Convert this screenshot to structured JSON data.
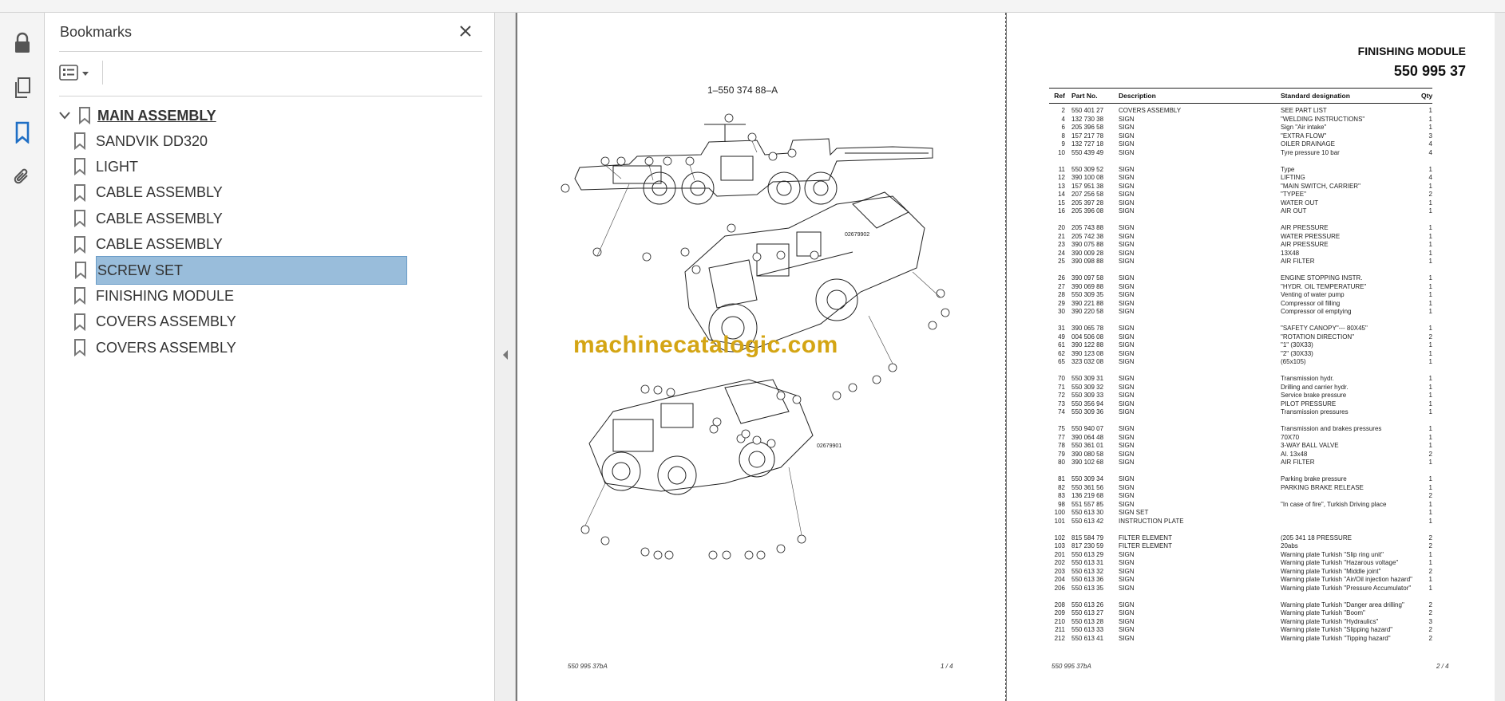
{
  "panel": {
    "title": "Bookmarks",
    "root": "MAIN ASSEMBLY",
    "items": [
      "SANDVIK DD320",
      "LIGHT",
      "CABLE ASSEMBLY",
      "CABLE ASSEMBLY",
      "CABLE ASSEMBLY",
      "SCREW SET",
      "FINISHING MODULE",
      "COVERS ASSEMBLY",
      "COVERS ASSEMBLY"
    ],
    "selected_index": 5
  },
  "left_page": {
    "drawing_ref": "1–550 374 88–A",
    "watermark": "machinecatalogic.com",
    "callouts": [
      "02679902",
      "02679901"
    ],
    "footer_doc": "550 995 37bA",
    "footer_page": "1 /  4"
  },
  "right_page": {
    "title": "FINISHING MODULE",
    "number": "550 995 37",
    "headers": [
      "Ref",
      "Part No.",
      "Description",
      "Standard designation",
      "Qty"
    ],
    "groups": [
      [
        [
          "2",
          "550 401 27",
          "COVERS ASSEMBLY",
          "SEE PART LIST",
          "1"
        ],
        [
          "4",
          "132 730 38",
          "SIGN",
          "\"WELDING INSTRUCTIONS\"",
          "1"
        ],
        [
          "6",
          "205 396 58",
          "SIGN",
          "Sign \"Air intake\"",
          "1"
        ],
        [
          "8",
          "157 217 78",
          "SIGN",
          "\"EXTRA FLOW\"",
          "3"
        ],
        [
          "9",
          "132 727 18",
          "SIGN",
          "OILER DRAINAGE",
          "4"
        ],
        [
          "10",
          "550 439 49",
          "SIGN",
          "Tyre pressure 10 bar",
          "4"
        ]
      ],
      [
        [
          "11",
          "550 309 52",
          "SIGN",
          "Type",
          "1"
        ],
        [
          "12",
          "390 100 08",
          "SIGN",
          "LIFTING",
          "4"
        ],
        [
          "13",
          "157 951 38",
          "SIGN",
          "\"MAIN SWITCH, CARRIER\"",
          "1"
        ],
        [
          "14",
          "207 256 58",
          "SIGN",
          "\"TYPEE\"",
          "2"
        ],
        [
          "15",
          "205 397 28",
          "SIGN",
          "WATER OUT",
          "1"
        ],
        [
          "16",
          "205 396 08",
          "SIGN",
          "AIR OUT",
          "1"
        ]
      ],
      [
        [
          "20",
          "205 743 88",
          "SIGN",
          "AIR PRESSURE",
          "1"
        ],
        [
          "21",
          "205 742 38",
          "SIGN",
          "WATER PRESSURE",
          "1"
        ],
        [
          "23",
          "390 075 88",
          "SIGN",
          "AIR PRESSURE",
          "1"
        ],
        [
          "24",
          "390 009 28",
          "SIGN",
          "13X48",
          "1"
        ],
        [
          "25",
          "390 098 88",
          "SIGN",
          "AIR FILTER",
          "1"
        ]
      ],
      [
        [
          "26",
          "390 097 58",
          "SIGN",
          "ENGINE STOPPING INSTR.",
          "1"
        ],
        [
          "27",
          "390 069 88",
          "SIGN",
          "\"HYDR. OIL TEMPERATURE\"",
          "1"
        ],
        [
          "28",
          "550 309 35",
          "SIGN",
          "Venting of water pump",
          "1"
        ],
        [
          "29",
          "390 221 88",
          "SIGN",
          "Compressor oil filling",
          "1"
        ],
        [
          "30",
          "390 220 58",
          "SIGN",
          "Compressor oil emptying",
          "1"
        ]
      ],
      [
        [
          "31",
          "390 065 78",
          "SIGN",
          "\"SAFETY CANOPY\"--- 80X45\"",
          "1"
        ],
        [
          "49",
          "004 506 08",
          "SIGN",
          "\"ROTATION DIRECTION\"",
          "2"
        ],
        [
          "61",
          "390 122 88",
          "SIGN",
          "\"1\" (30X33)",
          "1"
        ],
        [
          "62",
          "390 123 08",
          "SIGN",
          "\"2\" (30X33)",
          "1"
        ],
        [
          "65",
          "323 032 08",
          "SIGN",
          "(65x105)",
          "1"
        ]
      ],
      [
        [
          "70",
          "550 309 31",
          "SIGN",
          "Transmission hydr.",
          "1"
        ],
        [
          "71",
          "550 309 32",
          "SIGN",
          "Drilling and carrier hydr.",
          "1"
        ],
        [
          "72",
          "550 309 33",
          "SIGN",
          "Service brake pressure",
          "1"
        ],
        [
          "73",
          "550 356 94",
          "SIGN",
          "PILOT PRESSURE",
          "1"
        ],
        [
          "74",
          "550 309 36",
          "SIGN",
          "Transmission pressures",
          "1"
        ]
      ],
      [
        [
          "75",
          "550 940 07",
          "SIGN",
          "Transmission and brakes pressures",
          "1"
        ],
        [
          "77",
          "390 064 48",
          "SIGN",
          "70X70",
          "1"
        ],
        [
          "78",
          "550 361 01",
          "SIGN",
          "3-WAY BALL VALVE",
          "1"
        ],
        [
          "79",
          "390 080 58",
          "SIGN",
          "Al. 13x48",
          "2"
        ],
        [
          "80",
          "390 102 68",
          "SIGN",
          "AIR FILTER",
          "1"
        ]
      ],
      [
        [
          "81",
          "550 309 34",
          "SIGN",
          "Parking brake pressure",
          "1"
        ],
        [
          "82",
          "550 361 56",
          "SIGN",
          "PARKING BRAKE RELEASE",
          "1"
        ],
        [
          "83",
          "136 219 68",
          "SIGN",
          "",
          "2"
        ],
        [
          "98",
          "551 557 85",
          "SIGN",
          "\"In case of fire\", Turkish Driving place",
          "1"
        ],
        [
          "100",
          "550 613 30",
          "SIGN SET",
          "",
          "1"
        ],
        [
          "101",
          "550 613 42",
          "INSTRUCTION PLATE",
          "",
          "1"
        ]
      ],
      [
        [
          "102",
          "815 584 79",
          "FILTER ELEMENT",
          "(205 341 18 PRESSURE",
          "2"
        ],
        [
          "103",
          "817 230 59",
          "FILTER ELEMENT",
          "20abs",
          "2"
        ],
        [
          "201",
          "550 613 29",
          "SIGN",
          "Warning plate Turkish \"Slip ring unit\"",
          "1"
        ],
        [
          "202",
          "550 613 31",
          "SIGN",
          "Warning plate Turkish \"Hazarous voltage\"",
          "1"
        ],
        [
          "203",
          "550 613 32",
          "SIGN",
          "Warning plate Turkish \"Middle joint\"",
          "2"
        ],
        [
          "204",
          "550 613 36",
          "SIGN",
          "Warning plate Turkish \"Air/Oil injection hazard\"",
          "1"
        ],
        [
          "206",
          "550 613 35",
          "SIGN",
          "Warning plate Turkish \"Pressure Accumulator\"",
          "1"
        ]
      ],
      [
        [
          "208",
          "550 613 26",
          "SIGN",
          "Warning plate Turkish \"Danger area drilling\"",
          "2"
        ],
        [
          "209",
          "550 613 27",
          "SIGN",
          "Warning plate Turkish \"Boom\"",
          "2"
        ],
        [
          "210",
          "550 613 28",
          "SIGN",
          "Warning plate Turkish \"Hydraulics\"",
          "3"
        ],
        [
          "211",
          "550 613 33",
          "SIGN",
          "Warning plate Turkish \"Slipping hazard\"",
          "2"
        ],
        [
          "212",
          "550 613 41",
          "SIGN",
          "Warning plate Turkish \"Tipping hazard\"",
          "2"
        ]
      ]
    ],
    "footer_doc": "550 995 37bA",
    "footer_page": "2 /  4"
  },
  "colors": {
    "selection": "#99bddb",
    "accent": "#1f6fc5",
    "watermark": "#d4a514"
  },
  "icons": [
    "lock-icon",
    "pages-icon",
    "bookmark-icon",
    "attachment-icon",
    "close-icon",
    "options-icon",
    "chevron-down-icon",
    "collapse-arrow-icon"
  ]
}
